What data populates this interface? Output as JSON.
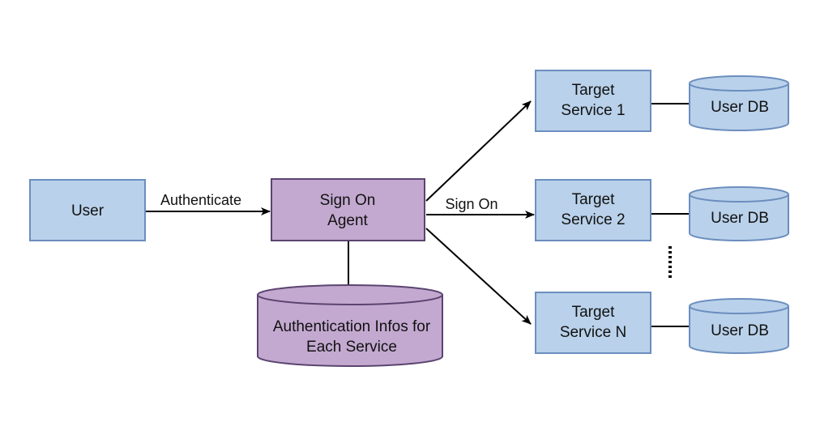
{
  "colors": {
    "blue_fill": "#b9d1ea",
    "blue_stroke": "#6c8ebf",
    "purple_fill": "#c3a9d0",
    "purple_stroke": "#7b5d8f",
    "edge": "#000000"
  },
  "nodes": {
    "user": {
      "label": "User"
    },
    "sign_on_agent": {
      "line1": "Sign On",
      "line2": "Agent"
    },
    "auth_store": {
      "line1": "Authentication Infos for",
      "line2": "Each Service"
    },
    "target1": {
      "line1": "Target",
      "line2": "Service 1"
    },
    "target2": {
      "line1": "Target",
      "line2": "Service 2"
    },
    "targetN": {
      "line1": "Target",
      "line2": "Service N"
    },
    "db1": {
      "label": "User DB"
    },
    "db2": {
      "label": "User DB"
    },
    "dbN": {
      "label": "User DB"
    }
  },
  "edges": {
    "authenticate": "Authenticate",
    "sign_on": "Sign On"
  }
}
